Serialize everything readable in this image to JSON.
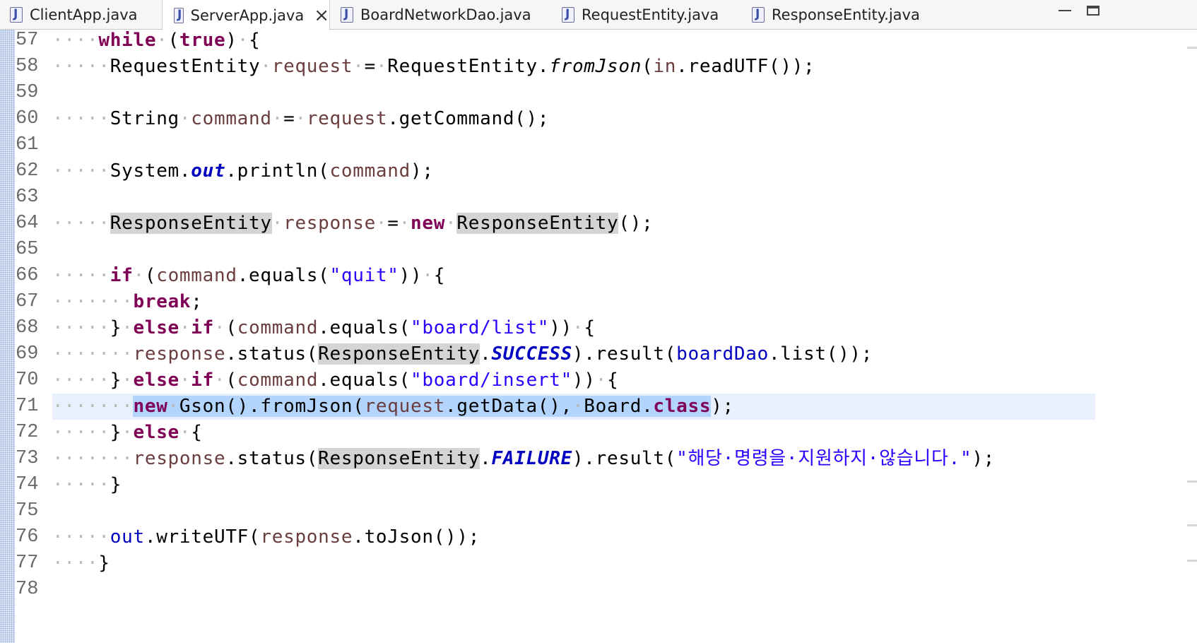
{
  "tabs": [
    {
      "label": "ClientApp.java",
      "active": false
    },
    {
      "label": "ServerApp.java",
      "active": true
    },
    {
      "label": "BoardNetworkDao.java",
      "active": false
    },
    {
      "label": "RequestEntity.java",
      "active": false
    },
    {
      "label": "ResponseEntity.java",
      "active": false
    }
  ],
  "close_icon": "×",
  "current_line": 71,
  "lines": [
    {
      "num": "57",
      "tokens": [
        [
          "ws",
          "····"
        ],
        [
          "kw",
          "while"
        ],
        [
          "ws",
          "·"
        ],
        [
          "p",
          "("
        ],
        [
          "kw",
          "true"
        ],
        [
          "p",
          ")"
        ],
        [
          "ws",
          "·"
        ],
        [
          "p",
          "{"
        ]
      ]
    },
    {
      "num": "58",
      "tokens": [
        [
          "ws",
          "·····"
        ],
        [
          "p",
          "RequestEntity"
        ],
        [
          "ws",
          "·"
        ],
        [
          "var",
          "request"
        ],
        [
          "ws",
          "·"
        ],
        [
          "p",
          "="
        ],
        [
          "ws",
          "·"
        ],
        [
          "p",
          "RequestEntity."
        ],
        [
          "smth",
          "fromJson"
        ],
        [
          "p",
          "("
        ],
        [
          "var",
          "in"
        ],
        [
          "p",
          ".readUTF());"
        ]
      ]
    },
    {
      "num": "59",
      "tokens": []
    },
    {
      "num": "60",
      "tokens": [
        [
          "ws",
          "·····"
        ],
        [
          "p",
          "String"
        ],
        [
          "ws",
          "·"
        ],
        [
          "var",
          "command"
        ],
        [
          "ws",
          "·"
        ],
        [
          "p",
          "="
        ],
        [
          "ws",
          "·"
        ],
        [
          "var",
          "request"
        ],
        [
          "p",
          ".getCommand();"
        ]
      ]
    },
    {
      "num": "61",
      "tokens": []
    },
    {
      "num": "62",
      "tokens": [
        [
          "ws",
          "·····"
        ],
        [
          "p",
          "System."
        ],
        [
          "sfld",
          "out"
        ],
        [
          "p",
          ".println("
        ],
        [
          "var",
          "command"
        ],
        [
          "p",
          ");"
        ]
      ]
    },
    {
      "num": "63",
      "tokens": []
    },
    {
      "num": "64",
      "tokens": [
        [
          "ws",
          "·····"
        ],
        [
          "occ",
          "ResponseEntity"
        ],
        [
          "ws",
          "·"
        ],
        [
          "var",
          "response"
        ],
        [
          "ws",
          "·"
        ],
        [
          "p",
          "="
        ],
        [
          "ws",
          "·"
        ],
        [
          "kw",
          "new"
        ],
        [
          "ws",
          "·"
        ],
        [
          "occ",
          "ResponseEntity"
        ],
        [
          "p",
          "();"
        ]
      ]
    },
    {
      "num": "65",
      "tokens": []
    },
    {
      "num": "66",
      "tokens": [
        [
          "ws",
          "·····"
        ],
        [
          "kw",
          "if"
        ],
        [
          "ws",
          "·"
        ],
        [
          "p",
          "("
        ],
        [
          "var",
          "command"
        ],
        [
          "p",
          ".equals("
        ],
        [
          "str",
          "\"quit\""
        ],
        [
          "p",
          "))"
        ],
        [
          "ws",
          "·"
        ],
        [
          "p",
          "{"
        ]
      ]
    },
    {
      "num": "67",
      "tokens": [
        [
          "ws",
          "·······"
        ],
        [
          "kw",
          "break"
        ],
        [
          "p",
          ";"
        ]
      ]
    },
    {
      "num": "68",
      "tokens": [
        [
          "ws",
          "·····"
        ],
        [
          "p",
          "}"
        ],
        [
          "ws",
          "·"
        ],
        [
          "kw",
          "else"
        ],
        [
          "ws",
          "·"
        ],
        [
          "kw",
          "if"
        ],
        [
          "ws",
          "·"
        ],
        [
          "p",
          "("
        ],
        [
          "var",
          "command"
        ],
        [
          "p",
          ".equals("
        ],
        [
          "str",
          "\"board/list\""
        ],
        [
          "p",
          "))"
        ],
        [
          "ws",
          "·"
        ],
        [
          "p",
          "{"
        ]
      ]
    },
    {
      "num": "69",
      "tokens": [
        [
          "ws",
          "·······"
        ],
        [
          "var",
          "response"
        ],
        [
          "p",
          ".status("
        ],
        [
          "occ",
          "ResponseEntity"
        ],
        [
          "p",
          "."
        ],
        [
          "sfld",
          "SUCCESS"
        ],
        [
          "p",
          ").result("
        ],
        [
          "fld",
          "boardDao"
        ],
        [
          "p",
          ".list());"
        ]
      ]
    },
    {
      "num": "70",
      "tokens": [
        [
          "ws",
          "·····"
        ],
        [
          "p",
          "}"
        ],
        [
          "ws",
          "·"
        ],
        [
          "kw",
          "else"
        ],
        [
          "ws",
          "·"
        ],
        [
          "kw",
          "if"
        ],
        [
          "ws",
          "·"
        ],
        [
          "p",
          "("
        ],
        [
          "var",
          "command"
        ],
        [
          "p",
          ".equals("
        ],
        [
          "str",
          "\"board/insert\""
        ],
        [
          "p",
          "))"
        ],
        [
          "ws",
          "·"
        ],
        [
          "p",
          "{"
        ]
      ]
    },
    {
      "num": "71",
      "tokens": [
        [
          "ws",
          "·······"
        ],
        [
          "sel-kw",
          "new"
        ],
        [
          "sel-ws",
          "·"
        ],
        [
          "sel",
          "Gson().fromJson("
        ],
        [
          "sel-var",
          "request"
        ],
        [
          "sel",
          ".getData(),"
        ],
        [
          "sel-ws",
          "·"
        ],
        [
          "sel",
          "Board."
        ],
        [
          "sel-kw",
          "class"
        ],
        [
          "p",
          ");"
        ]
      ]
    },
    {
      "num": "72",
      "tokens": [
        [
          "ws",
          "·····"
        ],
        [
          "p",
          "}"
        ],
        [
          "ws",
          "·"
        ],
        [
          "kw",
          "else"
        ],
        [
          "ws",
          "·"
        ],
        [
          "p",
          "{"
        ]
      ]
    },
    {
      "num": "73",
      "tokens": [
        [
          "ws",
          "·······"
        ],
        [
          "var",
          "response"
        ],
        [
          "p",
          ".status("
        ],
        [
          "occ",
          "ResponseEntity"
        ],
        [
          "p",
          "."
        ],
        [
          "sfld",
          "FAILURE"
        ],
        [
          "p",
          ").result("
        ],
        [
          "str",
          "\"해당·명령을·지원하지·않습니다.\""
        ],
        [
          "p",
          ");"
        ]
      ]
    },
    {
      "num": "74",
      "tokens": [
        [
          "ws",
          "·····"
        ],
        [
          "p",
          "}"
        ]
      ]
    },
    {
      "num": "75",
      "tokens": []
    },
    {
      "num": "76",
      "tokens": [
        [
          "ws",
          "·····"
        ],
        [
          "fld",
          "out"
        ],
        [
          "p",
          ".writeUTF("
        ],
        [
          "var",
          "response"
        ],
        [
          "p",
          ".toJson());"
        ]
      ]
    },
    {
      "num": "77",
      "tokens": [
        [
          "ws",
          "····"
        ],
        [
          "p",
          "}"
        ]
      ]
    },
    {
      "num": "78",
      "tokens": []
    }
  ]
}
